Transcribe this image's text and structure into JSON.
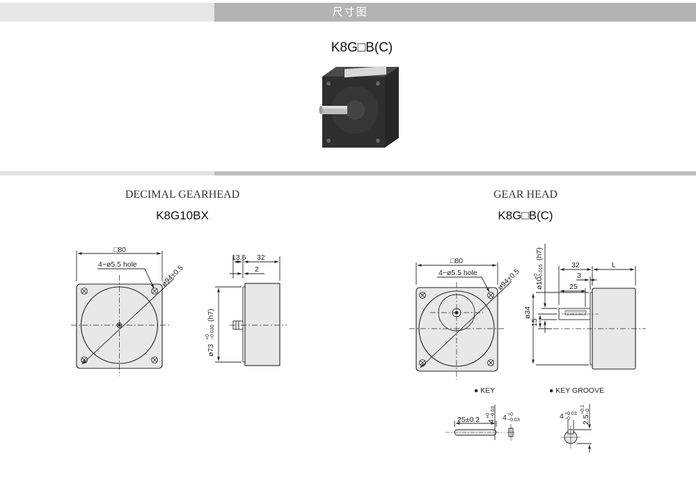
{
  "header": {
    "title": "尺寸图"
  },
  "product": {
    "model": "K8G□B(C)"
  },
  "left_section": {
    "caption": "DECIMAL GEARHEAD",
    "model": "K8G10BX"
  },
  "right_section": {
    "caption": "GEAR HEAD",
    "model": "K8G□B(C)"
  },
  "left_drawing": {
    "square": "□80",
    "hole": "4−ø5.5 hole",
    "circle": "ø94±0.5",
    "dim_13_5": "13.5",
    "dim_32": "32",
    "dim_2": "2",
    "shaft": "ø73",
    "shaft_tol_upper": "+0",
    "shaft_tol_lower": "−0.030",
    "shaft_fit": "(h7)"
  },
  "right_drawing": {
    "square": "□80",
    "hole": "4−ø5.5 hole",
    "circle": "ø94±0.5",
    "shaft": "ø10",
    "shaft_tol_upper": "+0",
    "shaft_tol_lower": "−0.015",
    "shaft_fit": "(h7)",
    "dim_32": "32",
    "dim_L": "L",
    "dim_3": "3",
    "dim_25": "25",
    "dim_34": "ø34",
    "dim_15": "15"
  },
  "key": {
    "label": "● KEY",
    "length": "25±0.2",
    "height": "4",
    "height_tol_upper": "+0",
    "height_tol_lower": "−0.03",
    "width": "4",
    "width_tol_upper": "+0",
    "width_tol_lower": "−0.03"
  },
  "key_groove": {
    "label": "● KEY GROOVE",
    "width": "4",
    "width_tol_upper": "+0.03",
    "width_tol_lower": "−0",
    "depth": "2.5",
    "depth_tol_upper": "+0.1",
    "depth_tol_lower": "−0"
  }
}
